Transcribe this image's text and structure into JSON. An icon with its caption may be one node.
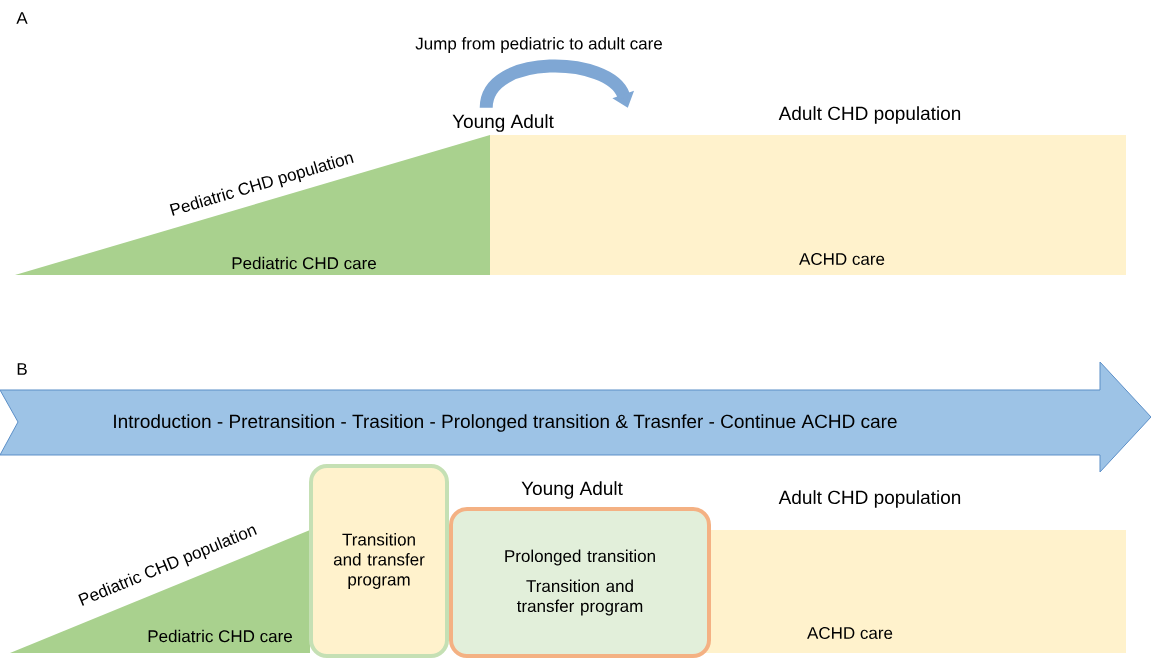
{
  "diagram": {
    "nodes": [
      {
        "text": [
          "Pediatric CHD population",
          "Pediatric CHD care"
        ]
      },
      {
        "text": [
          "Adult CHD population",
          "ACHD care"
        ]
      },
      {
        "text": [
          "Introduction - Pretransition - Trasition - Prolonged transition & Trasnfer - Continue ACHD care"
        ]
      },
      {
        "text": [
          "Pediatric CHD population",
          "Pediatric CHD care"
        ]
      },
      {
        "text": [
          "Transition and transfer program"
        ]
      },
      {
        "text": [
          "Prolonged transition",
          "Transition and transfer program"
        ],
        "beside": [
          "Young Adult"
        ]
      },
      {
        "text": [
          "Adult CHD population",
          "ACHD care"
        ]
      }
    ],
    "edges": [
      {
        "from": 0,
        "to": 1,
        "arrow": "to",
        "label": "Jump from pediatric to adult care"
      }
    ],
    "labels": [
      "A",
      "Young Adult",
      "B"
    ]
  }
}
